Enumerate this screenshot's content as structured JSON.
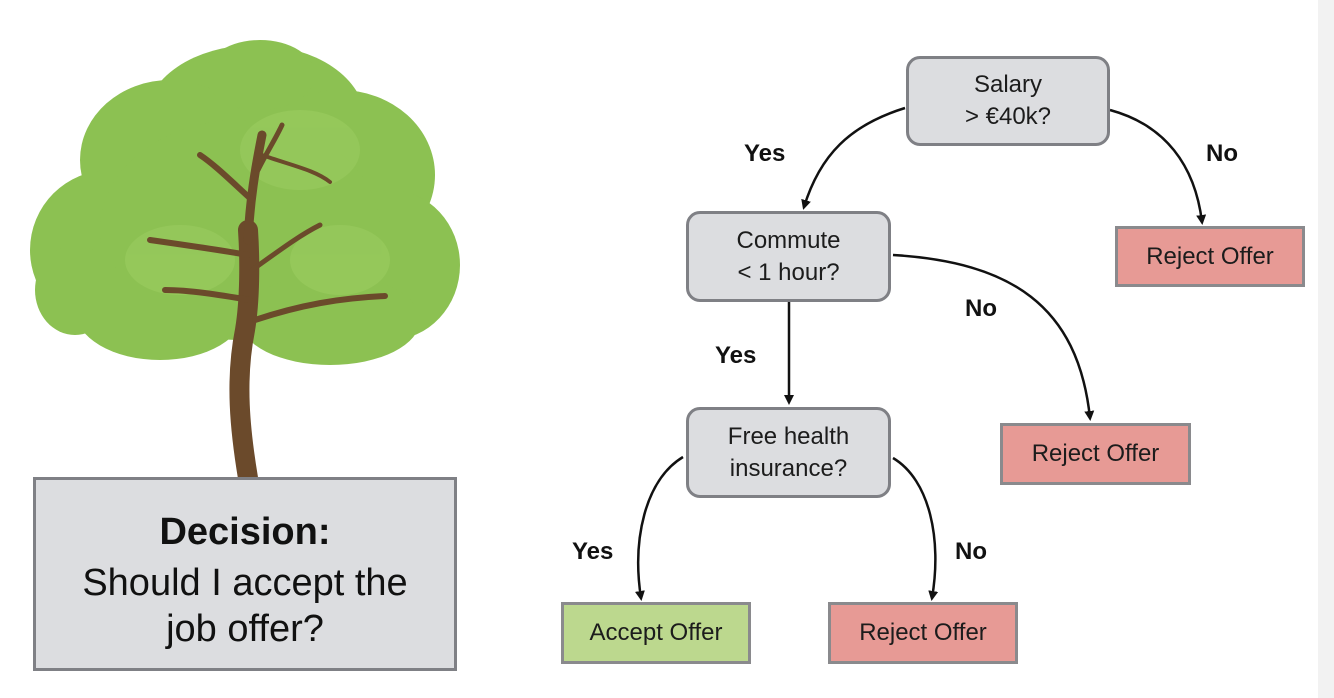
{
  "decision": {
    "title": "Decision:",
    "question": "Should I accept the job offer?"
  },
  "nodes": {
    "salary": {
      "line1": "Salary",
      "line2": "> €40k?"
    },
    "commute": {
      "line1": "Commute",
      "line2": "< 1 hour?"
    },
    "health": {
      "line1": "Free health",
      "line2": "insurance?"
    },
    "reject_salary": "Reject Offer",
    "reject_commute": "Reject Offer",
    "reject_health": "Reject Offer",
    "accept": "Accept Offer"
  },
  "edge_labels": {
    "salary_yes": "Yes",
    "salary_no": "No",
    "commute_yes": "Yes",
    "commute_no": "No",
    "health_yes": "Yes",
    "health_no": "No"
  },
  "colors": {
    "question_fill": "#dcdde0",
    "reject_fill": "#e79a95",
    "accept_fill": "#bcd88e",
    "foliage": "#8cc152",
    "trunk": "#6b4a2b"
  }
}
